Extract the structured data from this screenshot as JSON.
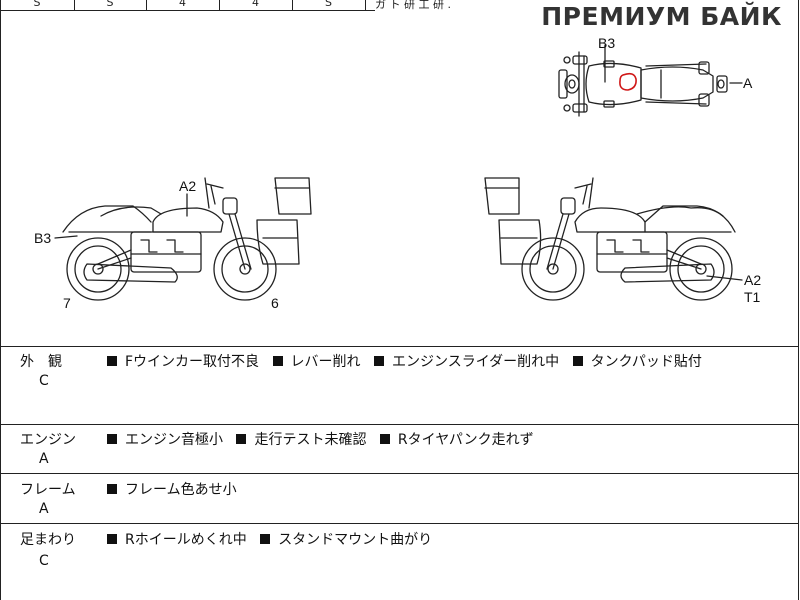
{
  "header": {
    "watermark": "ПРЕМИУМ БАЙК",
    "partial_cells": [
      "S",
      "S",
      "4",
      "4",
      "S",
      "ガ  ト  研  工  研  ."
    ]
  },
  "diagram": {
    "top_view": {
      "label_b3": "B3",
      "label_a": "A"
    },
    "left_view": {
      "label_a2": "A2",
      "label_b3": "B3",
      "wheel_rear": "7",
      "wheel_front": "6"
    },
    "right_view": {
      "label_a2": "A2",
      "label_t1": "T1"
    }
  },
  "rows": [
    {
      "name": "外　観",
      "grade": "C",
      "items": [
        "Fウインカー取付不良",
        "レバー削れ",
        "エンジンスライダー削れ中",
        "タンクパッド貼付"
      ]
    },
    {
      "name": "エンジン",
      "grade": "A",
      "items": [
        "エンジン音極小",
        "走行テスト未確認",
        "Rタイヤパンク走れず"
      ]
    },
    {
      "name": "フレーム",
      "grade": "A",
      "items": [
        "フレーム色あせ小"
      ]
    },
    {
      "name": "足まわり",
      "grade": "C",
      "items": [
        "Rホイールめくれ中",
        "スタンドマウント曲がり"
      ]
    }
  ],
  "colors": {
    "line": "#222222",
    "damage_mark": "#d01818"
  }
}
